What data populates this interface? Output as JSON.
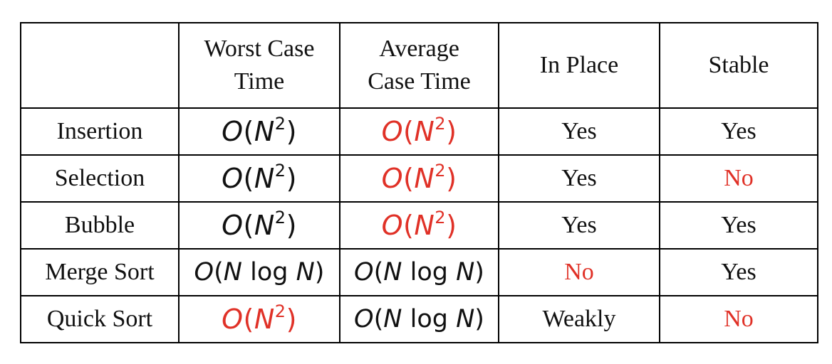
{
  "headers": [
    "",
    "Worst Case\nTime",
    "Average\nCase Time",
    "In Place",
    "Stable"
  ],
  "header_lines": {
    "worst": [
      "Worst Case",
      "Time"
    ],
    "average": [
      "Average",
      "Case Time"
    ],
    "in_place": "In Place",
    "stable": "Stable"
  },
  "rows": [
    {
      "name": "Insertion",
      "worst": "O(N²)",
      "average": "O(N²)",
      "in_place": "Yes",
      "stable": "Yes",
      "colors": {
        "worst": "black",
        "average": "red",
        "in_place": "black",
        "stable": "black"
      }
    },
    {
      "name": "Selection",
      "worst": "O(N²)",
      "average": "O(N²)",
      "in_place": "Yes",
      "stable": "No",
      "colors": {
        "worst": "black",
        "average": "red",
        "in_place": "black",
        "stable": "red"
      }
    },
    {
      "name": "Bubble",
      "worst": "O(N²)",
      "average": "O(N²)",
      "in_place": "Yes",
      "stable": "Yes",
      "colors": {
        "worst": "black",
        "average": "red",
        "in_place": "black",
        "stable": "black"
      }
    },
    {
      "name": "Merge Sort",
      "worst": "O(N log N)",
      "average": "O(N log N)",
      "in_place": "No",
      "stable": "Yes",
      "colors": {
        "worst": "black",
        "average": "black",
        "in_place": "red",
        "stable": "black"
      }
    },
    {
      "name": "Quick Sort",
      "worst": "O(N²)",
      "average": "O(N log N)",
      "in_place": "Weakly",
      "stable": "No",
      "colors": {
        "worst": "red",
        "average": "black",
        "in_place": "black",
        "stable": "red"
      }
    }
  ],
  "math_parts": {
    "O": "O",
    "open": "(",
    "N": "N",
    "sq": "2",
    "close": ")",
    "log": "log"
  },
  "colors": {
    "red": "#e03127",
    "black": "#111111"
  }
}
